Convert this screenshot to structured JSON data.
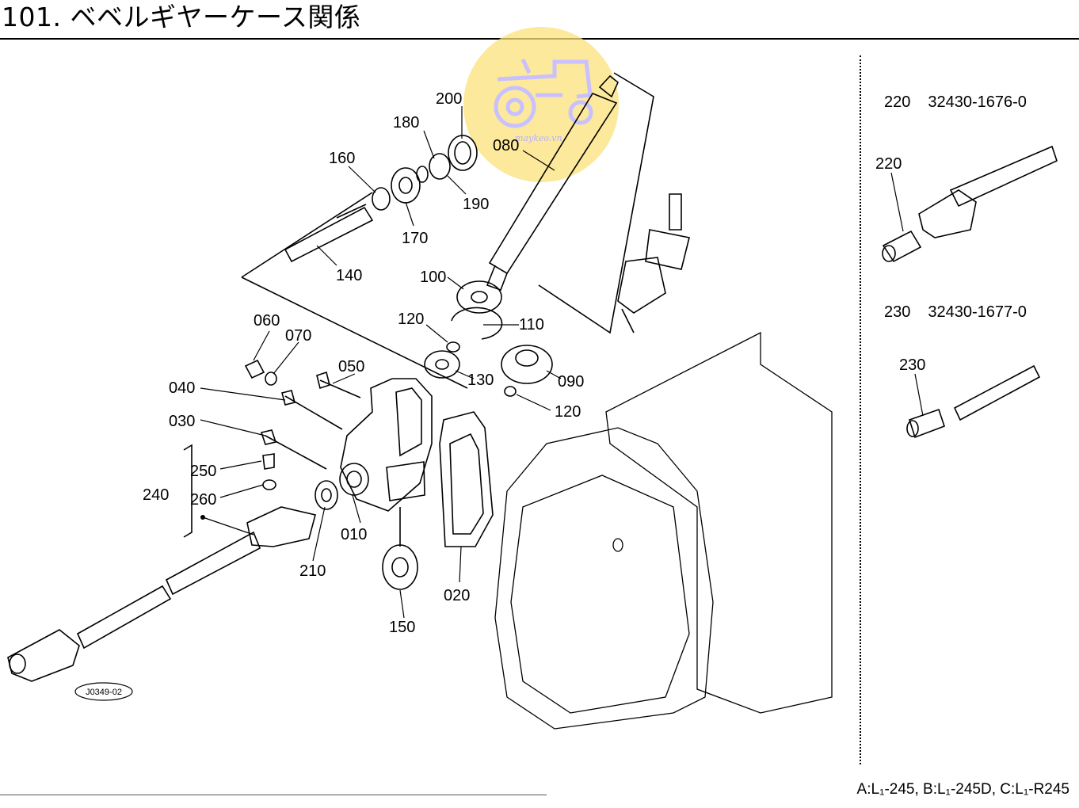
{
  "page": {
    "title": "101. ベベルギヤーケース関係",
    "footer": "A:L₁-245, B:L₁-245D, C:L₁-R245",
    "figure_code": "J0349-02",
    "watermark_text": "maykeo.vn"
  },
  "callouts": {
    "c010": "010",
    "c020": "020",
    "c030": "030",
    "c040": "040",
    "c050": "050",
    "c060": "060",
    "c070": "070",
    "c080": "080",
    "c090": "090",
    "c100": "100",
    "c110": "110",
    "c120a": "120",
    "c120b": "120",
    "c130": "130",
    "c140": "140",
    "c150": "150",
    "c160": "160",
    "c170": "170",
    "c180": "180",
    "c190": "190",
    "c200": "200",
    "c210": "210",
    "c240": "240",
    "c250": "250",
    "c260": "260"
  },
  "side_parts": [
    {
      "ref": "220",
      "part_no": "32430-1676-0",
      "callout": "220"
    },
    {
      "ref": "230",
      "part_no": "32430-1677-0",
      "callout": "230"
    }
  ],
  "colors": {
    "line": "#000000",
    "watermark_fill": "#fbe27a",
    "watermark_icon": "#c9c0ff"
  }
}
